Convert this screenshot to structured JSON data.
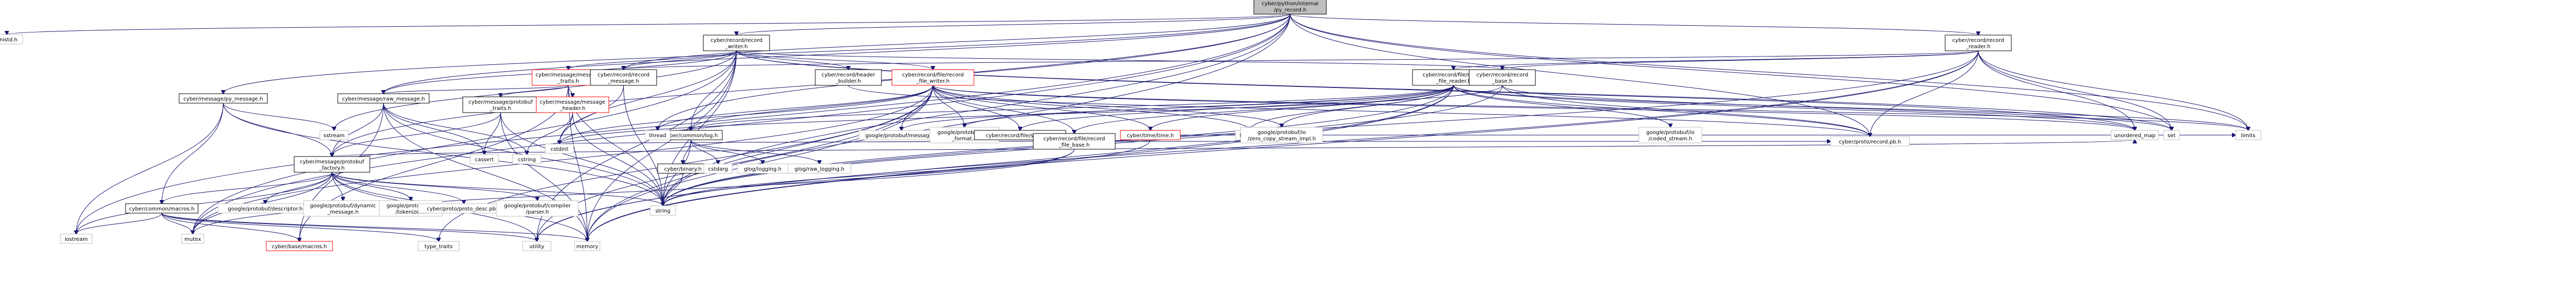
{
  "diagram": {
    "colors": {
      "root_fill": "#bfbfbf",
      "node_border": "#000000",
      "system_border": "#bfbfbf",
      "incomplete_border": "#ff0000",
      "edge": "#191970"
    },
    "nodes": [
      {
        "id": "root",
        "kind": "root",
        "lines": [
          "cyber/python/internal",
          "/py_record.h"
        ]
      },
      {
        "id": "unistd",
        "kind": "system",
        "lines": [
          "unistd.h"
        ]
      },
      {
        "id": "record_writer",
        "kind": "internal",
        "lines": [
          "cyber/record/record",
          "_writer.h"
        ]
      },
      {
        "id": "record_reader",
        "kind": "internal",
        "lines": [
          "cyber/record/record",
          "_reader.h"
        ]
      },
      {
        "id": "message_traits",
        "kind": "red",
        "lines": [
          "cyber/message/message",
          "_traits.h"
        ]
      },
      {
        "id": "record_message",
        "kind": "internal",
        "lines": [
          "cyber/record/record",
          "_message.h"
        ]
      },
      {
        "id": "header_builder",
        "kind": "internal",
        "lines": [
          "cyber/record/header",
          "_builder.h"
        ]
      },
      {
        "id": "record_file_writer",
        "kind": "red",
        "lines": [
          "cyber/record/file/record",
          "_file_writer.h"
        ]
      },
      {
        "id": "record_file_reader",
        "kind": "internal",
        "lines": [
          "cyber/record/file/record",
          "_file_reader.h"
        ]
      },
      {
        "id": "record_base",
        "kind": "internal",
        "lines": [
          "cyber/record/record",
          "_base.h"
        ]
      },
      {
        "id": "py_message",
        "kind": "internal",
        "lines": [
          "cyber/message/py_message.h"
        ]
      },
      {
        "id": "raw_message",
        "kind": "internal",
        "lines": [
          "cyber/message/raw_message.h"
        ]
      },
      {
        "id": "protobuf_traits",
        "kind": "internal",
        "lines": [
          "cyber/message/protobuf",
          "_traits.h"
        ]
      },
      {
        "id": "message_header",
        "kind": "red",
        "lines": [
          "cyber/message/message",
          "_header.h"
        ]
      },
      {
        "id": "sstream",
        "kind": "system",
        "lines": [
          "sstream"
        ]
      },
      {
        "id": "log",
        "kind": "internal",
        "lines": [
          "cyber/common/log.h"
        ]
      },
      {
        "id": "thread",
        "kind": "system",
        "lines": [
          "thread"
        ]
      },
      {
        "id": "pb_message",
        "kind": "system",
        "lines": [
          "google/protobuf/message.h"
        ]
      },
      {
        "id": "pb_text_format",
        "kind": "system",
        "lines": [
          "google/protobuf/text",
          "_format.h"
        ]
      },
      {
        "id": "section",
        "kind": "internal",
        "lines": [
          "cyber/record/file/section.h"
        ]
      },
      {
        "id": "record_file_base",
        "kind": "internal",
        "lines": [
          "cyber/record/file/record",
          "_file_base.h"
        ]
      },
      {
        "id": "time",
        "kind": "red",
        "lines": [
          "cyber/time/time.h"
        ]
      },
      {
        "id": "fstream",
        "kind": "system",
        "lines": [
          "fstream"
        ]
      },
      {
        "id": "zero_copy",
        "kind": "system",
        "lines": [
          "google/protobuf/io",
          "/zero_copy_stream_impl.h"
        ]
      },
      {
        "id": "coded_stream",
        "kind": "system",
        "lines": [
          "google/protobuf/io",
          "/coded_stream.h"
        ]
      },
      {
        "id": "unordered_map",
        "kind": "system",
        "lines": [
          "unordered_map"
        ]
      },
      {
        "id": "set",
        "kind": "system",
        "lines": [
          "set"
        ]
      },
      {
        "id": "limits",
        "kind": "system",
        "lines": [
          "limits"
        ]
      },
      {
        "id": "record_pb",
        "kind": "system",
        "lines": [
          "cyber/proto/record.pb.h"
        ]
      },
      {
        "id": "cassert",
        "kind": "system",
        "lines": [
          "cassert"
        ]
      },
      {
        "id": "cstring",
        "kind": "system",
        "lines": [
          "cstring"
        ]
      },
      {
        "id": "cstdint",
        "kind": "system",
        "lines": [
          "cstdint"
        ]
      },
      {
        "id": "protobuf_factory",
        "kind": "internal",
        "lines": [
          "cyber/message/protobuf",
          "_factory.h"
        ]
      },
      {
        "id": "binary",
        "kind": "internal",
        "lines": [
          "cyber/binary.h"
        ]
      },
      {
        "id": "cstdarg",
        "kind": "system",
        "lines": [
          "cstdarg"
        ]
      },
      {
        "id": "glog_logging",
        "kind": "system",
        "lines": [
          "glog/logging.h"
        ]
      },
      {
        "id": "glog_raw_logging",
        "kind": "system",
        "lines": [
          "glog/raw_logging.h"
        ]
      },
      {
        "id": "macros_common",
        "kind": "internal",
        "lines": [
          "cyber/common/macros.h"
        ]
      },
      {
        "id": "pb_descriptor",
        "kind": "system",
        "lines": [
          "google/protobuf/descriptor.h"
        ]
      },
      {
        "id": "pb_dynamic",
        "kind": "system",
        "lines": [
          "google/protobuf/dynamic",
          "_message.h"
        ]
      },
      {
        "id": "pb_tokenizer",
        "kind": "system",
        "lines": [
          "google/protobuf/io",
          "/tokenizer.h"
        ]
      },
      {
        "id": "proto_desc",
        "kind": "system",
        "lines": [
          "cyber/proto/proto_desc.pb.h"
        ]
      },
      {
        "id": "pb_parser",
        "kind": "system",
        "lines": [
          "google/protobuf/compiler",
          "/parser.h"
        ]
      },
      {
        "id": "string",
        "kind": "system",
        "lines": [
          "string"
        ]
      },
      {
        "id": "iostream",
        "kind": "system",
        "lines": [
          "iostream"
        ]
      },
      {
        "id": "mutex",
        "kind": "system",
        "lines": [
          "mutex"
        ]
      },
      {
        "id": "base_macros",
        "kind": "red",
        "lines": [
          "cyber/base/macros.h"
        ]
      },
      {
        "id": "type_traits",
        "kind": "system",
        "lines": [
          "type_traits"
        ]
      },
      {
        "id": "utility",
        "kind": "system",
        "lines": [
          "utility"
        ]
      },
      {
        "id": "memory",
        "kind": "system",
        "lines": [
          "memory"
        ]
      }
    ],
    "edges": [
      [
        "root",
        "unistd"
      ],
      [
        "root",
        "record_writer"
      ],
      [
        "root",
        "record_reader"
      ],
      [
        "root",
        "py_message"
      ],
      [
        "root",
        "raw_message"
      ],
      [
        "root",
        "protobuf_factory"
      ],
      [
        "root",
        "record_message"
      ],
      [
        "root",
        "thread"
      ],
      [
        "root",
        "iostream"
      ],
      [
        "root",
        "mutex"
      ],
      [
        "root",
        "string"
      ],
      [
        "root",
        "memory"
      ],
      [
        "root",
        "set"
      ],
      [
        "root",
        "limits"
      ],
      [
        "root",
        "record_pb"
      ],
      [
        "record_writer",
        "message_traits"
      ],
      [
        "record_writer",
        "record_message"
      ],
      [
        "record_writer",
        "header_builder"
      ],
      [
        "record_writer",
        "record_file_writer"
      ],
      [
        "record_writer",
        "raw_message"
      ],
      [
        "record_writer",
        "log"
      ],
      [
        "record_writer",
        "sstream"
      ],
      [
        "record_writer",
        "mutex"
      ],
      [
        "record_writer",
        "memory"
      ],
      [
        "record_writer",
        "string"
      ],
      [
        "record_writer",
        "set"
      ],
      [
        "record_writer",
        "unordered_map"
      ],
      [
        "record_writer",
        "cstdint"
      ],
      [
        "record_writer",
        "utility"
      ],
      [
        "record_writer",
        "record_base"
      ],
      [
        "record_reader",
        "record_file_reader"
      ],
      [
        "record_reader",
        "record_base"
      ],
      [
        "record_reader",
        "record_message"
      ],
      [
        "record_reader",
        "set"
      ],
      [
        "record_reader",
        "limits"
      ],
      [
        "record_reader",
        "unordered_map"
      ],
      [
        "record_reader",
        "memory"
      ],
      [
        "record_reader",
        "string"
      ],
      [
        "record_reader",
        "utility"
      ],
      [
        "record_reader",
        "record_pb"
      ],
      [
        "message_traits",
        "raw_message"
      ],
      [
        "message_traits",
        "protobuf_traits"
      ],
      [
        "message_traits",
        "message_header"
      ],
      [
        "message_traits",
        "string"
      ],
      [
        "message_traits",
        "memory"
      ],
      [
        "message_traits",
        "base_macros"
      ],
      [
        "record_message",
        "cstdint"
      ],
      [
        "record_message",
        "string"
      ],
      [
        "header_builder",
        "record_pb"
      ],
      [
        "record_file_writer",
        "log"
      ],
      [
        "record_file_writer",
        "thread"
      ],
      [
        "record_file_writer",
        "pb_message"
      ],
      [
        "record_file_writer",
        "pb_text_format"
      ],
      [
        "record_file_writer",
        "section"
      ],
      [
        "record_file_writer",
        "record_file_base"
      ],
      [
        "record_file_writer",
        "time"
      ],
      [
        "record_file_writer",
        "fstream"
      ],
      [
        "record_file_writer",
        "zero_copy"
      ],
      [
        "record_file_writer",
        "unordered_map"
      ],
      [
        "record_file_writer",
        "limits"
      ],
      [
        "record_file_writer",
        "string"
      ],
      [
        "record_file_writer",
        "memory"
      ],
      [
        "record_file_writer",
        "utility"
      ],
      [
        "record_file_writer",
        "type_traits"
      ],
      [
        "record_file_writer",
        "mutex"
      ],
      [
        "record_file_writer",
        "cstdint"
      ],
      [
        "record_file_reader",
        "log"
      ],
      [
        "record_file_reader",
        "pb_message"
      ],
      [
        "record_file_reader",
        "pb_text_format"
      ],
      [
        "record_file_reader",
        "section"
      ],
      [
        "record_file_reader",
        "record_file_base"
      ],
      [
        "record_file_reader",
        "time"
      ],
      [
        "record_file_reader",
        "fstream"
      ],
      [
        "record_file_reader",
        "zero_copy"
      ],
      [
        "record_file_reader",
        "coded_stream"
      ],
      [
        "record_file_reader",
        "unordered_map"
      ],
      [
        "record_file_reader",
        "limits"
      ],
      [
        "record_file_reader",
        "string"
      ],
      [
        "record_file_reader",
        "memory"
      ],
      [
        "record_file_reader",
        "utility"
      ],
      [
        "record_file_reader",
        "record_pb"
      ],
      [
        "record_base",
        "record_pb"
      ],
      [
        "record_base",
        "string"
      ],
      [
        "record_base",
        "set"
      ],
      [
        "record_base",
        "cstdint"
      ],
      [
        "py_message",
        "protobuf_factory"
      ],
      [
        "py_message",
        "macros_common"
      ],
      [
        "py_message",
        "sstream"
      ],
      [
        "py_message",
        "string"
      ],
      [
        "py_message",
        "iostream"
      ],
      [
        "raw_message",
        "protobuf_factory"
      ],
      [
        "raw_message",
        "cassert"
      ],
      [
        "raw_message",
        "cstring"
      ],
      [
        "raw_message",
        "string"
      ],
      [
        "raw_message",
        "memory"
      ],
      [
        "raw_message",
        "base_macros"
      ],
      [
        "protobuf_traits",
        "protobuf_factory"
      ],
      [
        "protobuf_traits",
        "cassert"
      ],
      [
        "protobuf_traits",
        "string"
      ],
      [
        "protobuf_traits",
        "memory"
      ],
      [
        "message_header",
        "cstdint"
      ],
      [
        "message_header",
        "cstring"
      ],
      [
        "message_header",
        "string"
      ],
      [
        "log",
        "binary"
      ],
      [
        "log",
        "cstdarg"
      ],
      [
        "log",
        "glog_logging"
      ],
      [
        "log",
        "glog_raw_logging"
      ],
      [
        "log",
        "string"
      ],
      [
        "binary",
        "string"
      ],
      [
        "record_file_base",
        "record_pb"
      ],
      [
        "record_file_base",
        "string"
      ],
      [
        "record_file_base",
        "mutex"
      ],
      [
        "time",
        "cstdint"
      ],
      [
        "time",
        "limits"
      ],
      [
        "time",
        "string"
      ],
      [
        "protobuf_factory",
        "macros_common"
      ],
      [
        "protobuf_factory",
        "pb_descriptor"
      ],
      [
        "protobuf_factory",
        "pb_dynamic"
      ],
      [
        "protobuf_factory",
        "pb_tokenizer"
      ],
      [
        "protobuf_factory",
        "proto_desc"
      ],
      [
        "protobuf_factory",
        "pb_parser"
      ],
      [
        "protobuf_factory",
        "string"
      ],
      [
        "protobuf_factory",
        "iostream"
      ],
      [
        "protobuf_factory",
        "memory"
      ],
      [
        "protobuf_factory",
        "mutex"
      ],
      [
        "protobuf_factory",
        "utility"
      ],
      [
        "protobuf_factory",
        "unordered_map"
      ],
      [
        "macros_common",
        "base_macros"
      ],
      [
        "macros_common",
        "iostream"
      ],
      [
        "macros_common",
        "memory"
      ],
      [
        "macros_common",
        "mutex"
      ],
      [
        "macros_common",
        "type_traits"
      ],
      [
        "macros_common",
        "utility"
      ]
    ]
  }
}
